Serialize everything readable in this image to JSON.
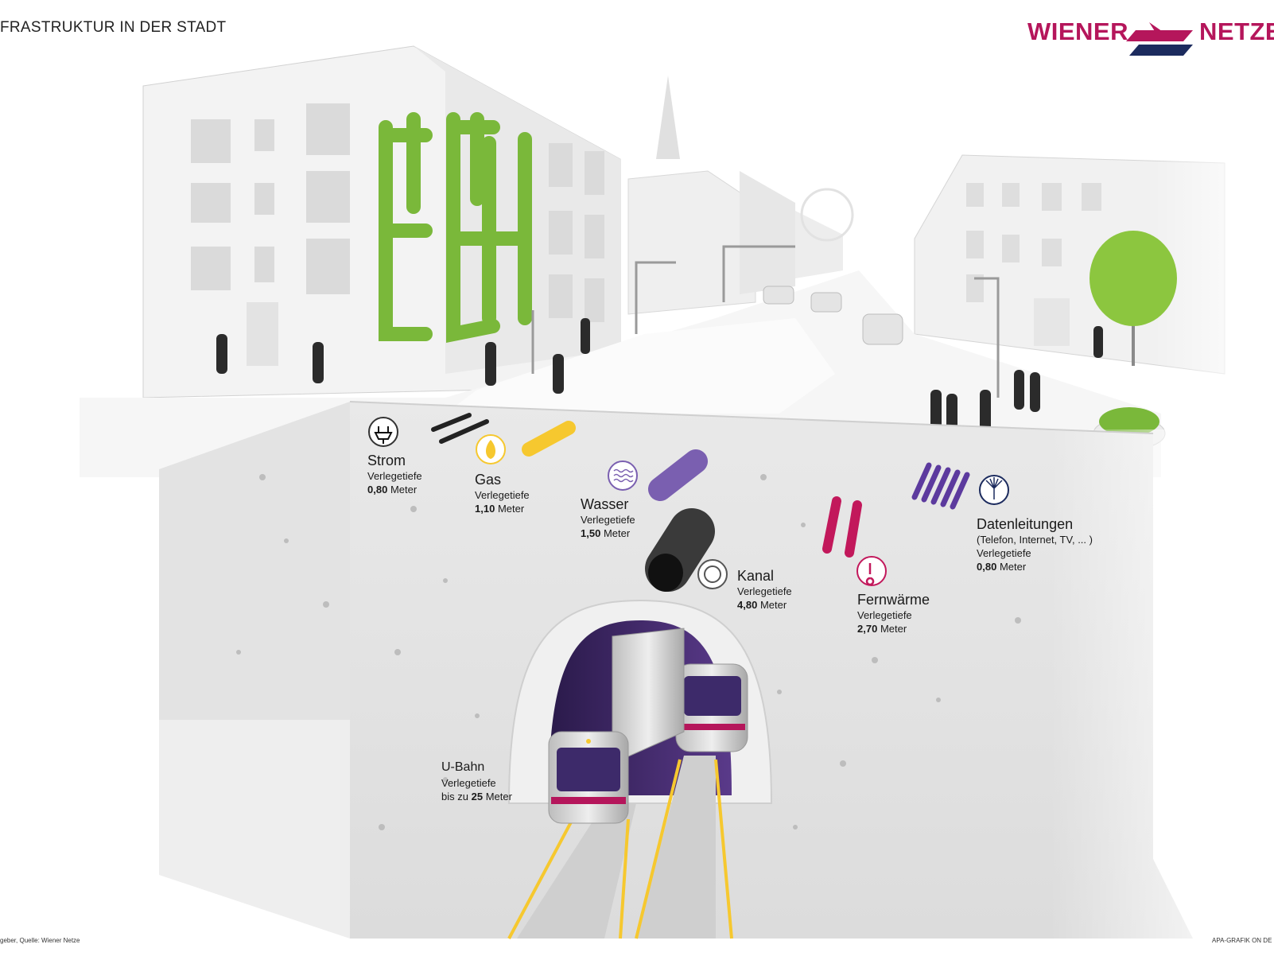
{
  "header": {
    "title": "FRASTRUKTUR IN DER STADT",
    "brand_left": "WIENER",
    "brand_right": "NETZE"
  },
  "colors": {
    "brand": "#b5165b",
    "brand_navy": "#1c2b5e",
    "ground": "#e6e6e6",
    "gas": "#f6c82f",
    "wasser": "#7a5fb0",
    "fernwaerme": "#c2185b",
    "daten": "#5c3a9e",
    "kanal": "#3a3a3a",
    "ivy": "#7ab83a"
  },
  "utilities": {
    "strom": {
      "icon": "plug-icon",
      "name": "Strom",
      "depth_label": "Verlegetiefe",
      "depth_value": "0,80",
      "unit": "Meter"
    },
    "gas": {
      "icon": "flame-icon",
      "name": "Gas",
      "depth_label": "Verlegetiefe",
      "depth_value": "1,10",
      "unit": "Meter"
    },
    "wasser": {
      "icon": "water-waves-icon",
      "name": "Wasser",
      "depth_label": "Verlegetiefe",
      "depth_value": "1,50",
      "unit": "Meter"
    },
    "kanal": {
      "icon": "sewer-icon",
      "name": "Kanal",
      "depth_label": "Verlegetiefe",
      "depth_value": "4,80",
      "unit": "Meter"
    },
    "fernwaerme": {
      "icon": "thermometer-icon",
      "name": "Fernwärme",
      "depth_label": "Verlegetiefe",
      "depth_value": "2,70",
      "unit": "Meter"
    },
    "daten": {
      "icon": "fiber-optic-icon",
      "name": "Datenleitungen",
      "sub": "(Telefon, Internet, TV, ... )",
      "depth_label": "Verlegetiefe",
      "depth_value": "0,80",
      "unit": "Meter"
    },
    "ubahn": {
      "name": "U-Bahn",
      "depth_label": "Verlegetiefe",
      "depth_prefix": "bis zu",
      "depth_value": "25",
      "unit": "Meter"
    }
  },
  "footer": {
    "left": "geber, Quelle: Wiener Netze",
    "right": "APA-GRAFIK ON DE"
  }
}
